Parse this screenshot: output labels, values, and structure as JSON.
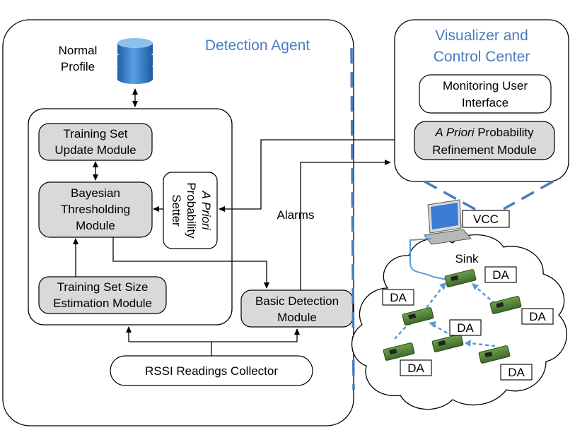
{
  "detection_agent": {
    "title": "Detection Agent",
    "normal_profile": [
      "Normal",
      "Profile"
    ],
    "training_set_update": [
      "Training Set",
      "Update Module"
    ],
    "bayesian": [
      "Bayesian",
      "Thresholding",
      "Module"
    ],
    "training_set_size": [
      "Training Set Size",
      "Estimation Module"
    ],
    "setter_a_priori": "A Priori",
    "setter_rest": [
      "Probability",
      "Setter"
    ],
    "alarms": "Alarms",
    "basic_detection": [
      "Basic Detection",
      "Module"
    ],
    "rssi": "RSSI Readings Collector"
  },
  "vcc_panel": {
    "title": [
      "Visualizer and",
      "Control Center"
    ],
    "monitoring": [
      "Monitoring User",
      "Interface"
    ],
    "refinement_a_priori": "A Priori",
    "refinement_line1_rest": " Probability",
    "refinement_line2": "Refinement Module"
  },
  "network": {
    "vcc_label": "VCC",
    "sink_label": "Sink",
    "node_label": "DA"
  },
  "colors": {
    "accent": "#4a7cc0",
    "module_fill": "#d9d9d9",
    "dashed_link": "#4a7cc0"
  }
}
